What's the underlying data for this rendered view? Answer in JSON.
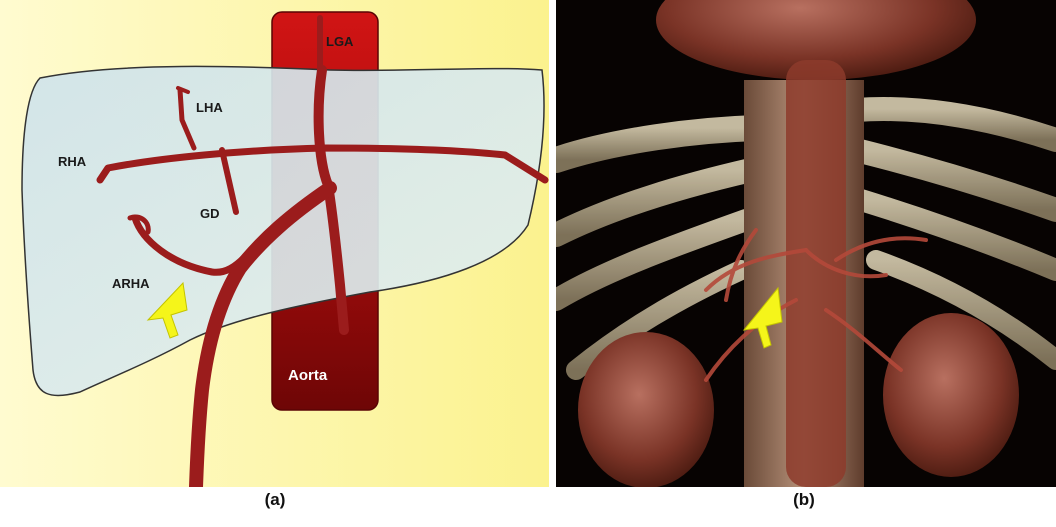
{
  "panel_a": {
    "labels": {
      "lga": "LGA",
      "lha": "LHA",
      "rha": "RHA",
      "gd": "GD",
      "arha": "ARHA",
      "aorta": "Aorta"
    },
    "caption": "(a)"
  },
  "panel_b": {
    "caption": "(b)"
  },
  "colors": {
    "background_yellow": "#fdf7a6",
    "liver_fill": "#d6e8ec",
    "artery": "#9b1c1c",
    "aorta": "#8b0a0a",
    "arrow": "#f5f51a"
  }
}
